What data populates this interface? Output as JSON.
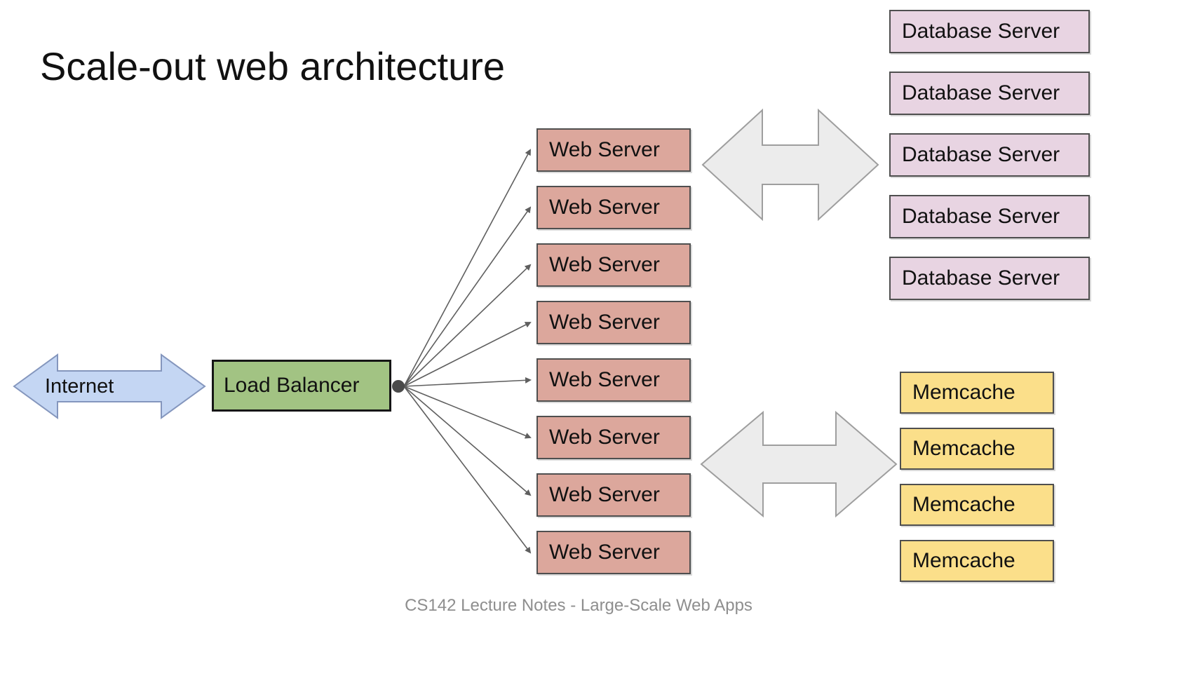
{
  "title": "Scale-out web architecture",
  "footer": "CS142 Lecture Notes - Large-Scale Web Apps",
  "internet": {
    "label": "Internet"
  },
  "load_balancer": {
    "label": "Load Balancer"
  },
  "web_servers": [
    "Web Server",
    "Web Server",
    "Web Server",
    "Web Server",
    "Web Server",
    "Web Server",
    "Web Server",
    "Web Server"
  ],
  "database_servers": [
    "Database Server",
    "Database Server",
    "Database Server",
    "Database Server",
    "Database Server"
  ],
  "memcache_servers": [
    "Memcache",
    "Memcache",
    "Memcache",
    "Memcache"
  ],
  "colors": {
    "web_server_fill": "#dca79c",
    "database_fill": "#e8d4e2",
    "memcache_fill": "#fbdf8a",
    "load_balancer_fill": "#a2c383",
    "internet_fill": "#c4d6f3",
    "internet_border": "#8496bd",
    "big_arrow_fill": "#ececec",
    "big_arrow_border": "#9e9e9e",
    "connector": "#5f5f5f",
    "box_border": "#4f4f4f",
    "footer_text": "#8e8e8e"
  }
}
